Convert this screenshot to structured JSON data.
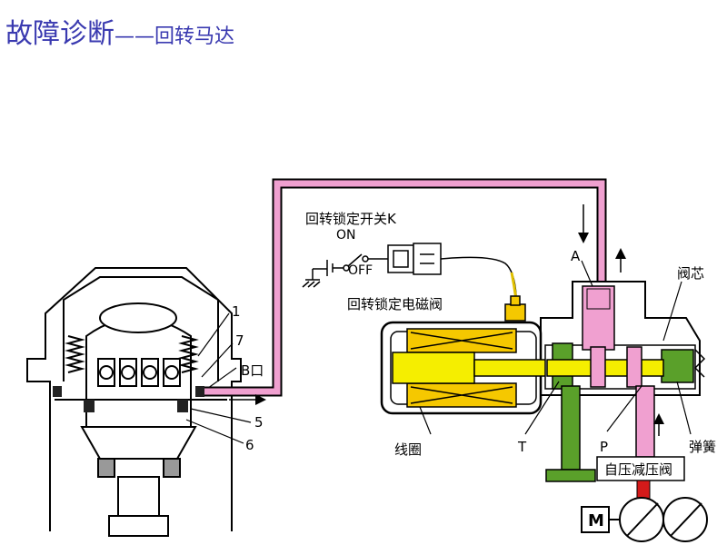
{
  "title": {
    "main": "故障诊断",
    "sub": "——回转马达"
  },
  "labels": {
    "n1": "1",
    "n7": "7",
    "b_port": "B口",
    "n5": "5",
    "n6": "6",
    "lock_switch": "回转锁定开关K",
    "on": "ON",
    "off": "OFF",
    "lock_solenoid": "回转锁定电磁阀",
    "port_a": "A",
    "spool": "阀芯",
    "coil": "线圈",
    "port_t": "T",
    "port_p": "P",
    "spring": "弹簧",
    "relief_valve": "自压减压阀",
    "motor": "M"
  },
  "colors": {
    "title": "#3a3ab0",
    "pressure_line": "#f0a0d0",
    "tank_line": "#5aa02a",
    "coil": "#f5c800",
    "plunger": "#f5ee00",
    "supply_line": "#d41a1a"
  }
}
